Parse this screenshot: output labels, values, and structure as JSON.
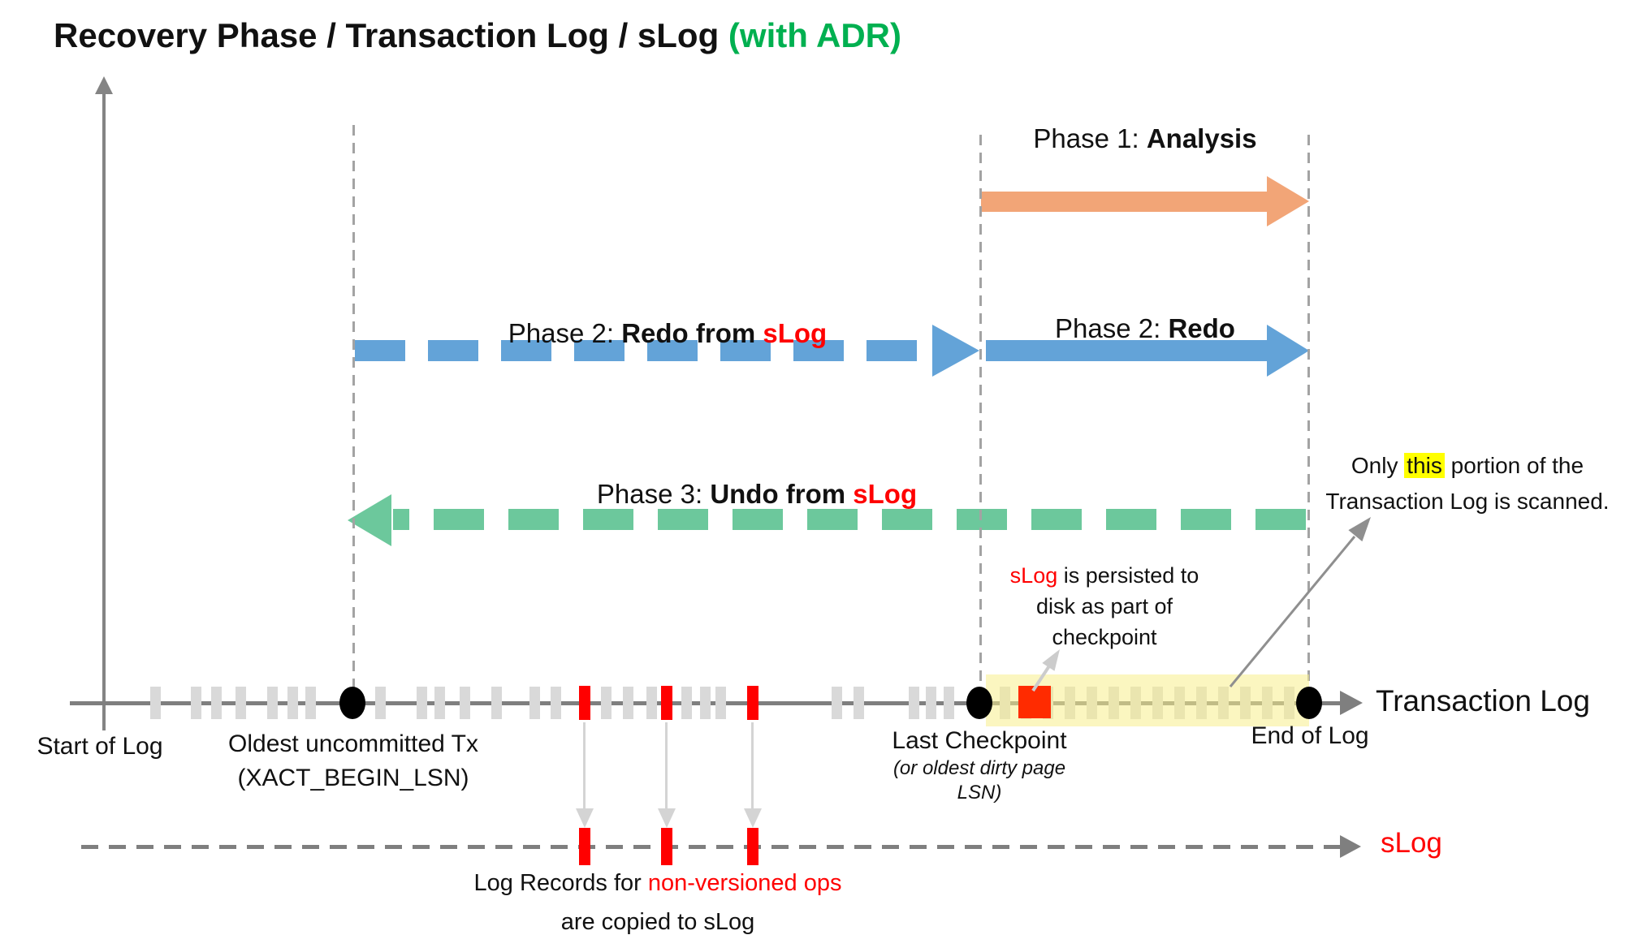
{
  "title": {
    "main": "Recovery Phase / Transaction Log / sLog ",
    "suffix": "(with ADR)"
  },
  "colors": {
    "title_green": "#00B050",
    "arrow_orange": "#F2A577",
    "arrow_blue": "#63A3D8",
    "arrow_green": "#6CC89C",
    "accent_red": "#FF0000",
    "red_square": "#FF2B00",
    "band_yellow": "#F8EE8C",
    "highlight_yellow": "#FFFF00",
    "tick_gray": "#D9D9D9",
    "line_gray": "#7F7F7F",
    "axis_gray": "#848484",
    "dash_gray": "#A3A3A3",
    "pointer_gray": "#8F8F8F",
    "light_arrow": "#D4D4D4"
  },
  "phases": {
    "p1_prefix": "Phase 1: ",
    "p1_name": "Analysis",
    "p2s_prefix": "Phase 2: ",
    "p2s_name": "Redo from ",
    "p2s_accent": "sLog",
    "p2_prefix": "Phase 2: ",
    "p2_name": "Redo",
    "p3_prefix": "Phase 3: ",
    "p3_name": "Undo from ",
    "p3_accent": "sLog"
  },
  "timeline": {
    "label": "Transaction Log",
    "start_label": "Start of Log",
    "markers": {
      "oldest": {
        "line1": "Oldest uncommitted Tx",
        "line2": "(XACT_BEGIN_LSN)"
      },
      "checkpoint": {
        "line1": "Last Checkpoint",
        "line2": "(or oldest dirty page",
        "line3": "LSN)"
      },
      "end": {
        "line1": "End of Log"
      }
    },
    "gray_ticks": [
      191,
      241,
      266,
      296,
      335,
      360,
      382,
      468,
      519,
      541,
      572,
      611,
      658,
      684,
      746,
      773,
      802,
      845,
      868,
      887,
      1030,
      1057,
      1125,
      1146,
      1168
    ],
    "band_ticks": [
      1237,
      1263,
      1290,
      1317,
      1344,
      1371,
      1398,
      1425,
      1452,
      1479,
      1506,
      1533,
      1560,
      1587
    ],
    "red_ticks": [
      720,
      821,
      927
    ]
  },
  "slog": {
    "label": "sLog"
  },
  "annotations": {
    "scan": {
      "before": "Only ",
      "highlight": "this",
      "after": " portion of the",
      "line2": "Transaction Log is scanned."
    },
    "persist": {
      "accent": "sLog",
      "rest": " is persisted to",
      "line2": "disk as part of",
      "line3": "checkpoint"
    },
    "copy": {
      "black": "Log Records for ",
      "red": "non-versioned ops",
      "line2": "are copied to sLog"
    }
  }
}
